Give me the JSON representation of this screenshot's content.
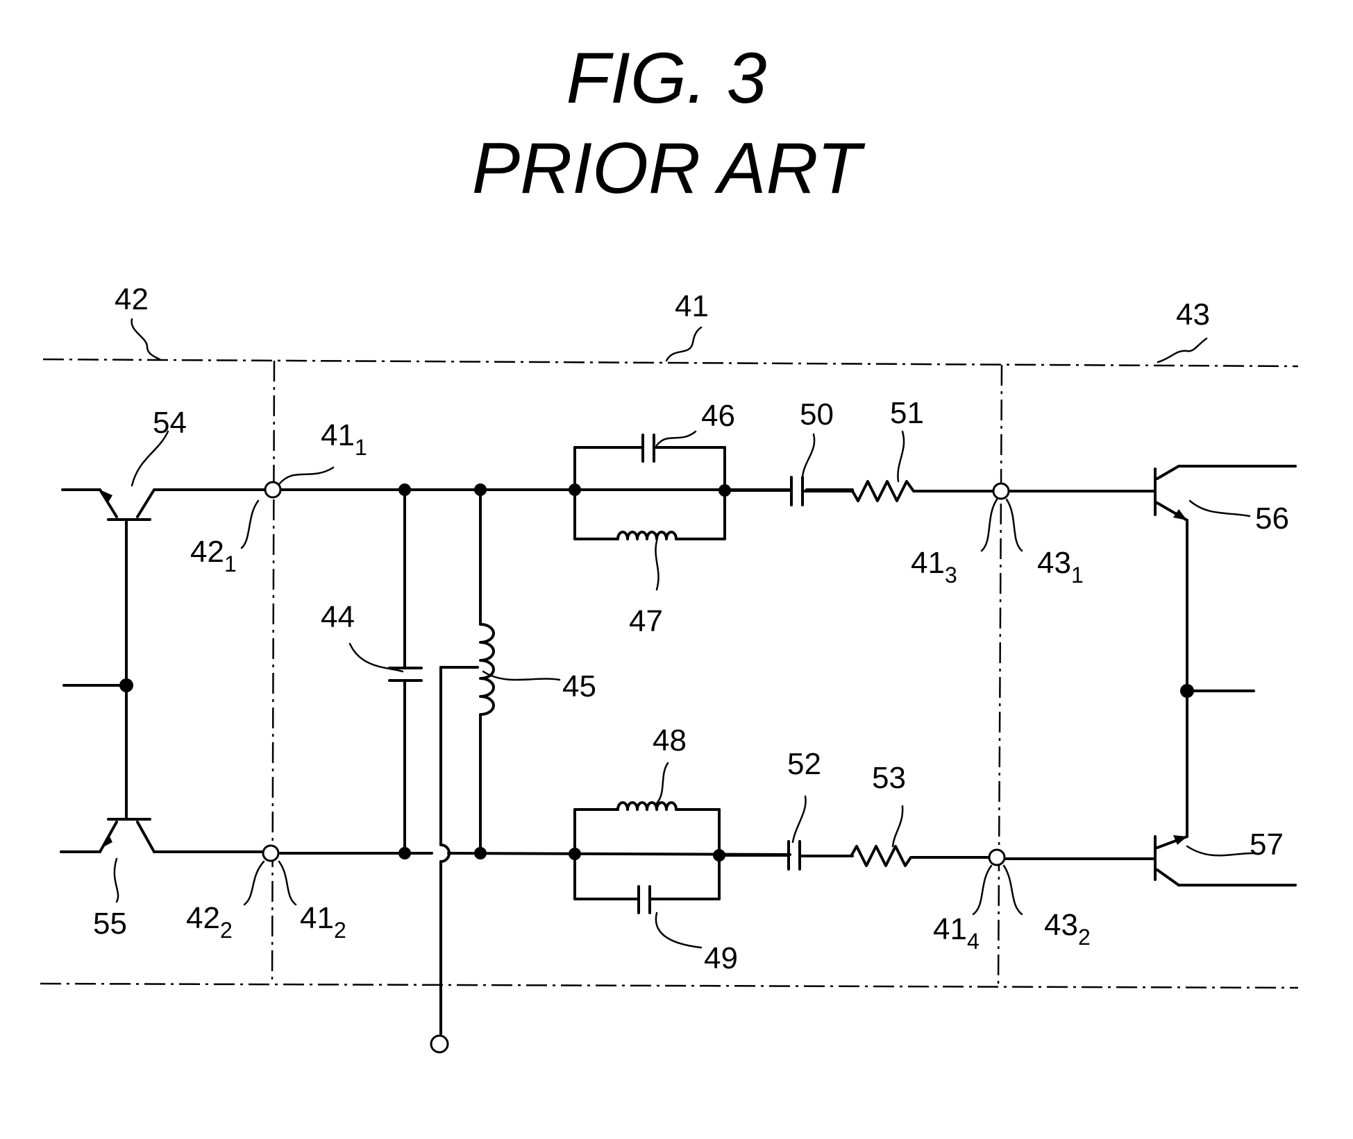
{
  "figure": {
    "title": "FIG.  3",
    "subtitle": "PRIOR  ART"
  },
  "labels": {
    "l42": "42",
    "l41": "41",
    "l43": "43",
    "l54": "54",
    "l41_1": "41",
    "l41_1_sub": "1",
    "l42_1": "42",
    "l42_1_sub": "1",
    "l46": "46",
    "l47": "47",
    "l50": "50",
    "l51": "51",
    "l41_3": "41",
    "l41_3_sub": "3",
    "l43_1": "43",
    "l43_1_sub": "1",
    "l56": "56",
    "l44": "44",
    "l45": "45",
    "l48": "48",
    "l52": "52",
    "l53": "53",
    "l57": "57",
    "l55": "55",
    "l42_2": "42",
    "l42_2_sub": "2",
    "l41_2": "41",
    "l41_2_sub": "2",
    "l49": "49",
    "l41_4": "41",
    "l41_4_sub": "4",
    "l43_2": "43",
    "l43_2_sub": "2"
  }
}
